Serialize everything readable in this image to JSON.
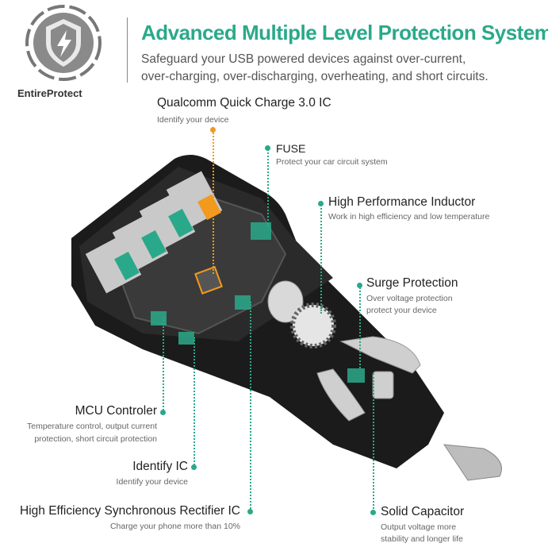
{
  "brand": {
    "name": "EntireProtect"
  },
  "header": {
    "title": "Advanced Multiple Level Protection System",
    "subtitle_line1": "Safeguard your USB powered devices against over-current,",
    "subtitle_line2": "over-charging, over-discharging, overheating, and short circuits."
  },
  "callouts": {
    "qc": {
      "label": "Qualcomm Quick Charge 3.0 IC",
      "desc": "Identify your device"
    },
    "fuse": {
      "label": "FUSE",
      "desc": "Protect your car circuit system"
    },
    "inductor": {
      "label": "High Performance Inductor",
      "desc": "Work in high efficiency and low temperature"
    },
    "surge": {
      "label": "Surge Protection",
      "desc_line1": "Over voltage protection",
      "desc_line2": "protect your device"
    },
    "mcu": {
      "label": "MCU Controler",
      "desc_line1": "Temperature control, output current",
      "desc_line2": "protection, short circuit protection"
    },
    "identify": {
      "label": "Identify  IC",
      "desc": "Identify your device"
    },
    "rectifier": {
      "label": "High Efficiency Synchronous Rectifier IC",
      "desc": "Charge your phone more than 10%"
    },
    "capacitor": {
      "label": "Solid Capacitor",
      "desc_line1": "Output voltage more",
      "desc_line2": "stability and longer life"
    }
  },
  "colors": {
    "accent": "#2aa98a",
    "highlight": "#f29a1e",
    "body": "#1a1a1a"
  },
  "icons": {
    "logo": "shield-lightning-icon"
  }
}
